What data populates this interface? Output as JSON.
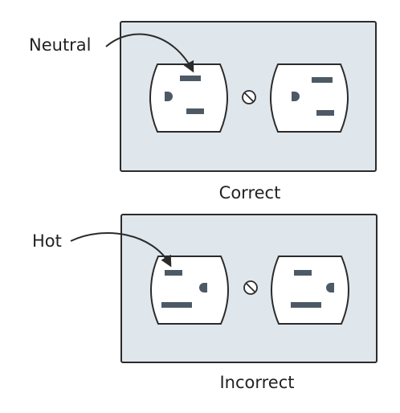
{
  "colors": {
    "plate_fill": "#dfe6ec",
    "plate_stroke": "#2b2b2b",
    "outlet_fill": "#ffffff",
    "slot_fill": "#4d5a66",
    "text": "#222222"
  },
  "panels": [
    {
      "name": "correct",
      "caption": "Correct",
      "callout": "Neutral"
    },
    {
      "name": "incorrect",
      "caption": "Incorrect",
      "callout": "Hot"
    }
  ]
}
